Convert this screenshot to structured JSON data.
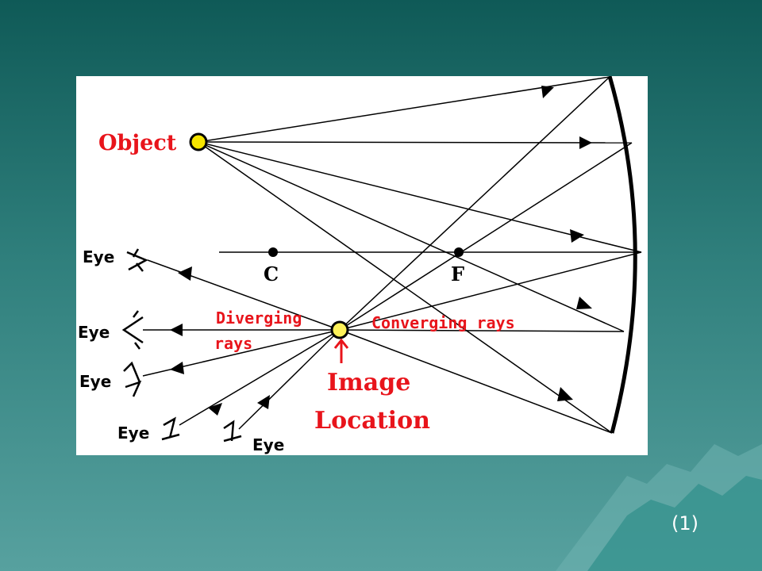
{
  "labels": {
    "object": "Object",
    "center": "C",
    "focal": "F",
    "eye": "Eye",
    "diverging_line1": "Diverging",
    "diverging_line2": "rays",
    "converging": "Converging rays",
    "image_line1": "Image",
    "image_line2": "Location"
  },
  "slide_number": "(1)",
  "colors": {
    "label_red": "#e8141b",
    "object_fill": "#f5e400",
    "image_fill": "#fff25a",
    "background_dark": "#0f5a57",
    "background_light": "#57a19f"
  },
  "icons": [
    "eye-icon",
    "concave-mirror",
    "up-arrow-icon"
  ]
}
